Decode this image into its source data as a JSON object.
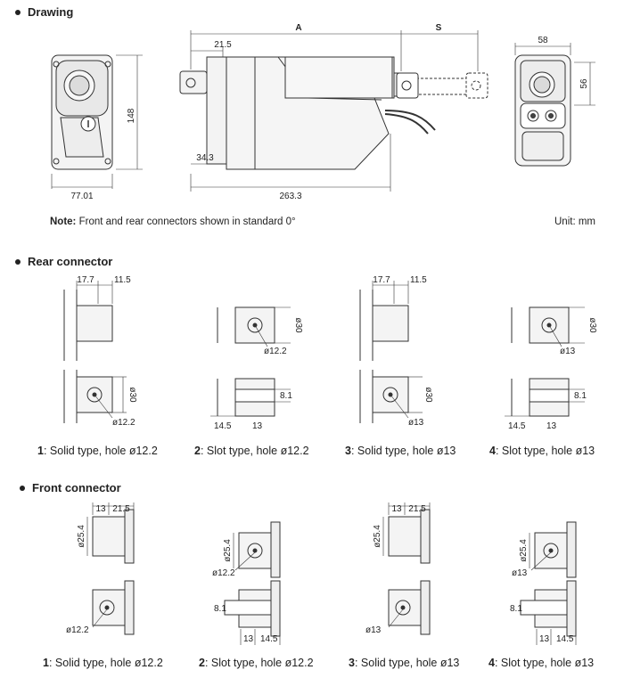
{
  "sections": {
    "drawing": "Drawing",
    "rear": "Rear connector",
    "front": "Front connector"
  },
  "note": {
    "label": "Note:",
    "text": " Front and rear connectors shown in standard 0°"
  },
  "unit": "Unit: mm",
  "dimensions": {
    "front_height": "148",
    "front_width": "77.01",
    "stroke_A": "A",
    "stroke_S": "S",
    "rear_offset": "21.5",
    "bottom_height": "34.3",
    "length": "263.3",
    "rear_width": "58",
    "rear_height": "56"
  },
  "rear_dims": {
    "d1": "17.7",
    "d2": "11.5",
    "d3": "ø30",
    "d4": "ø12.2",
    "d5": "ø13",
    "d6": "8.1",
    "d7": "14.5",
    "d8": "13"
  },
  "front_dims": {
    "d1": "13",
    "d2": "21.5",
    "d3": "ø25.4",
    "d4": "ø12.2",
    "d5": "ø13",
    "d6": "8.1",
    "d7": "13",
    "d8": "14.5"
  },
  "rear_captions": [
    {
      "num": "1",
      "text": ": Solid type, hole ø12.2"
    },
    {
      "num": "2",
      "text": ": Slot type, hole ø12.2"
    },
    {
      "num": "3",
      "text": ": Solid type, hole ø13"
    },
    {
      "num": "4",
      "text": ": Slot type, hole ø13"
    }
  ],
  "front_captions": [
    {
      "num": "1",
      "text": ": Solid type, hole ø12.2"
    },
    {
      "num": "2",
      "text": ": Slot type, hole ø12.2"
    },
    {
      "num": "3",
      "text": ": Solid type, hole ø13"
    },
    {
      "num": "4",
      "text": ": Slot type, hole ø13"
    }
  ]
}
